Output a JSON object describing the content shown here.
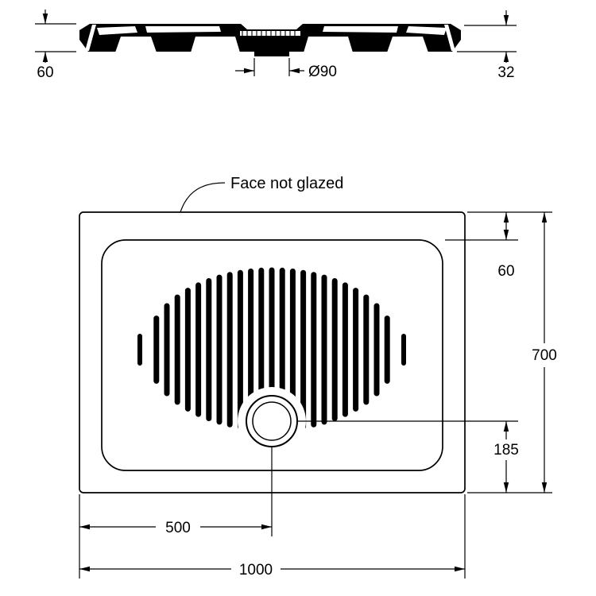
{
  "drawing": {
    "callout": "Face not glazed",
    "section": {
      "height_total": "60",
      "drain_diameter": "Ø90",
      "edge_height": "32"
    },
    "plan": {
      "rim_inset": "60",
      "depth": "700",
      "drain_to_edge": "185",
      "drain_from_left": "500",
      "width": "1000"
    },
    "colors": {
      "line": "#000000",
      "background": "#ffffff"
    }
  }
}
